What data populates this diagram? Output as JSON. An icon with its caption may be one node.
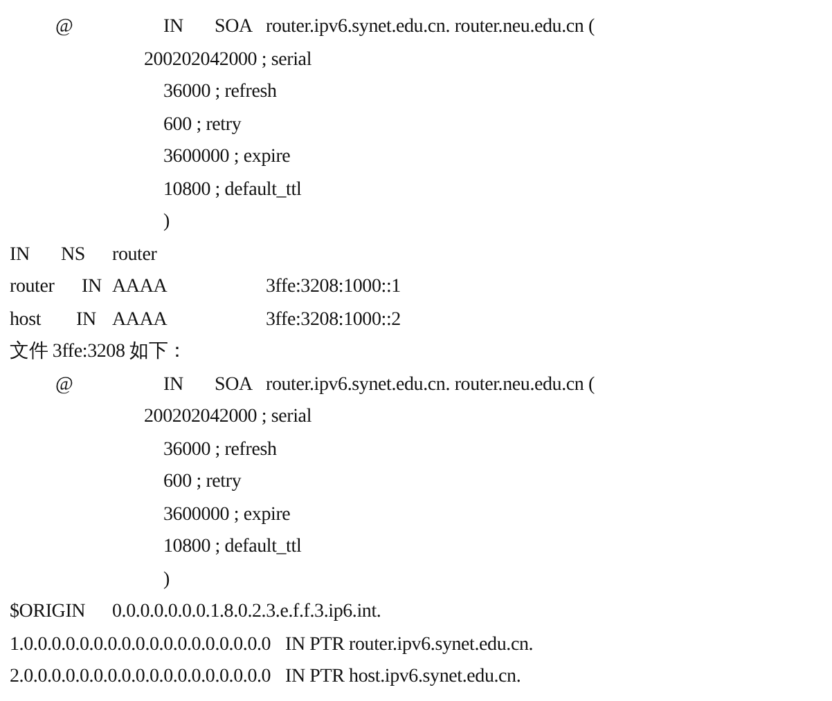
{
  "diagram": {
    "labels": [
      "@",
      "IN",
      "SOA",
      "router.ipv6.synet.edu.cn. router.neu.edu.cn (",
      "200202042000 ; serial",
      "36000 ; refresh",
      "600 ; retry",
      "3600000 ; expire",
      "10800 ; default_ttl",
      ")",
      "IN",
      "NS",
      "router",
      "router",
      "IN",
      "AAAA",
      "3ffe:3208:1000::1",
      "host",
      "IN",
      "AAAA",
      "3ffe:3208:1000::2",
      "文件 3ffe:3208  如下：",
      "@",
      "IN",
      "SOA",
      "router.ipv6.synet.edu.cn. router.neu.edu.cn (",
      "200202042000 ; serial",
      "36000 ; refresh",
      "600 ; retry",
      "3600000 ; expire",
      "10800 ; default_ttl",
      ")",
      "$ORIGIN",
      "0.0.0.0.0.0.0.1.8.0.2.3.e.f.f.3.ip6.int.",
      "1.0.0.0.0.0.0.0.0.0.0.0.0.0.0.0.0.0.0",
      "IN PTR router.ipv6.synet.edu.cn.",
      "2.0.0.0.0.0.0.0.0.0.0.0.0.0.0.0.0.0.0",
      "IN PTR host.ipv6.synet.edu.cn."
    ]
  }
}
